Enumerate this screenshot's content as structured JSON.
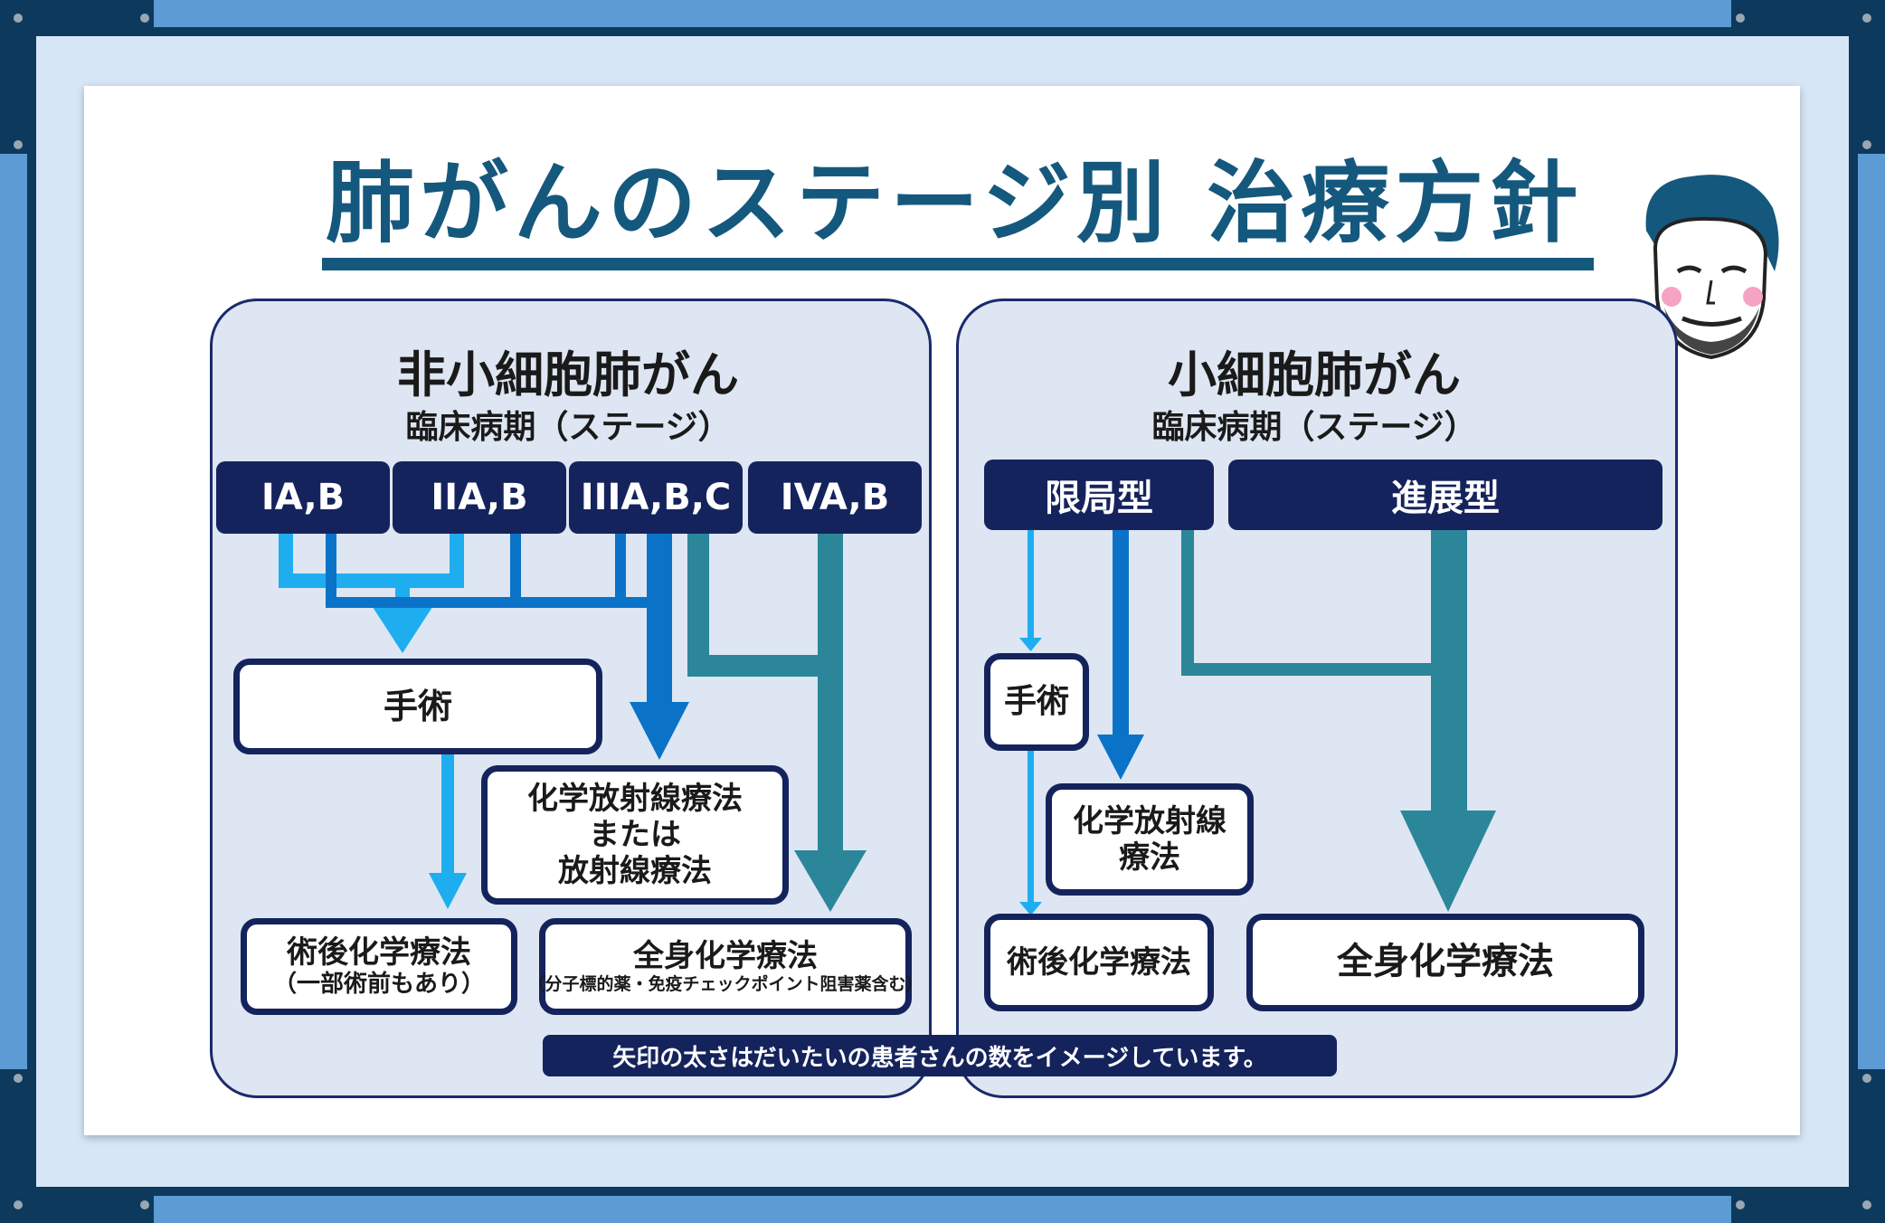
{
  "title": "肺がんのステージ別 治療方針",
  "colors": {
    "frame_dark": "#0d3a5c",
    "frame_mid": "#5c9bd4",
    "frame_light": "#d6e6f6",
    "navy": "#15235d",
    "title_blue": "#15587e",
    "panel_bg": "#dde6f2",
    "arrow_light": "#1eaef0",
    "arrow_mid": "#0a73c8",
    "arrow_teal": "#2c8699"
  },
  "nsclc": {
    "heading": "非小細胞肺がん",
    "subheading": "臨床病期（ステージ）",
    "stages": [
      "IA,B",
      "IIA,B",
      "IIIA,B,C",
      "IVA,B"
    ],
    "surgery": "手術",
    "chemoradiation": [
      "化学放射線療法",
      "または",
      "放射線療法"
    ],
    "postop_main": "術後化学療法",
    "postop_note": "（一部術前もあり）",
    "systemic_main": "全身化学療法",
    "systemic_note": "（分子標的薬・免疫チェックポイント阻害薬含む）"
  },
  "sclc": {
    "heading": "小細胞肺がん",
    "subheading": "臨床病期（ステージ）",
    "stages": [
      "限局型",
      "進展型"
    ],
    "surgery": "手術",
    "chemoradiation": [
      "化学放射線",
      "療法"
    ],
    "postop": "術後化学療法",
    "systemic": "全身化学療法"
  },
  "note": "矢印の太さはだいたいの患者さんの数をイメージしています。",
  "avatar_icon": "doctor-face-icon"
}
